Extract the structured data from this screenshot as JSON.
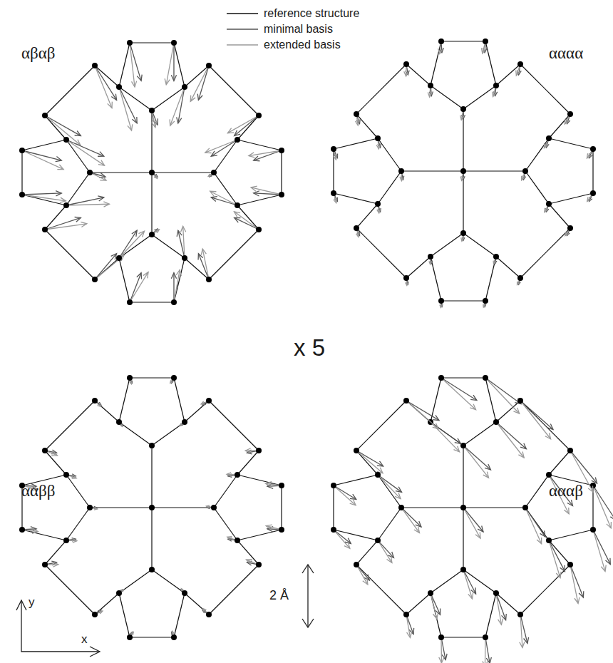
{
  "diagram": {
    "labels": [
      "αβαβ",
      "αααα",
      "x 5",
      "ααββ",
      "αααβ",
      "2 Å",
      "y",
      "x"
    ],
    "legend": [
      {
        "text": "reference structure"
      },
      {
        "text": "minimal basis"
      },
      {
        "text": "extended basis"
      }
    ]
  }
}
